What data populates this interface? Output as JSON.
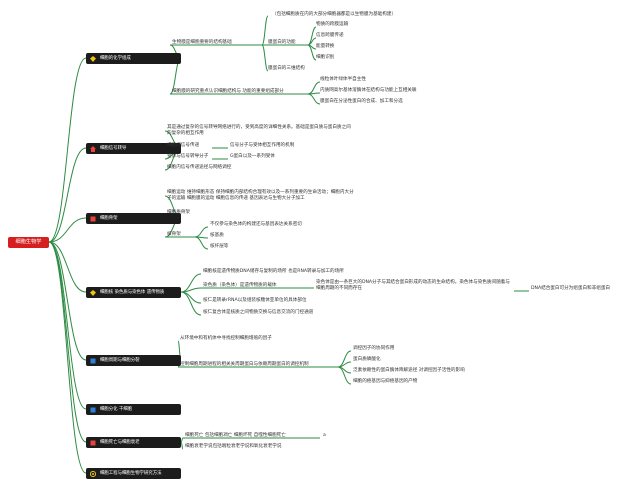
{
  "root": "细胞生物学",
  "colors": {
    "line": "#2e8b43",
    "root": "#d61f1f",
    "topic_bg": "#1c1c1c"
  },
  "topics": [
    {
      "label": "细胞的化学组成",
      "icon": "diamond-icon",
      "icon_color": "#f0c419"
    },
    {
      "label": "细胞信号转导",
      "icon": "house-icon",
      "icon_color": "#e8453c"
    },
    {
      "label": "细胞骨架",
      "icon": "square-icon",
      "icon_color": "#e8453c"
    },
    {
      "label": "细胞核 染色质与染色体 遗传物质",
      "icon": "diamond-icon",
      "icon_color": "#f0c419"
    },
    {
      "label": "细胞周期与细胞分裂",
      "icon": "square-icon",
      "icon_color": "#2f7fd6"
    },
    {
      "label": "细胞分化 干细胞",
      "icon": "square-icon",
      "icon_color": "#2f7fd6"
    },
    {
      "label": "细胞死亡与细胞衰老",
      "icon": "square-icon",
      "icon_color": "#e8453c"
    },
    {
      "label": "细胞工程与细胞生物学研究方法",
      "icon": "target-icon",
      "icon_color": "#f0c419"
    }
  ],
  "nodes": {
    "t0_a": "生物膜是细胞重要的结构基础",
    "t0_a_note": "（包括细胞质在内的大部分细胞器都是以生物膜为基础构建）",
    "t0_a_sub": "膜蛋白的功能",
    "t0_a_sub_items": [
      "物质的跨膜运输",
      "信息跨膜传递",
      "能量转换",
      "细胞识别"
    ],
    "t0_a_tail": "膜蛋白的三维结构",
    "t0_b": "细胞膜的研究重点认识细胞结构与 功能的重要组成部分",
    "t0_b_items": [
      "线粒体叶绿体半自主性",
      "内质网高尔基体溶酶体在结构与功能上互相关联",
      "膜蛋白在分泌性蛋白的合成、加工和分选"
    ],
    "t1_intro": "其是通过复杂的信号转导网络进行的，受到高度的详细性关系。基础是蛋白质与蛋白质之间的复杂的相互作用",
    "t1_rows": [
      {
        "left": "细胞间信号传递",
        "right": "信号分子与受体相互作用的机制"
      },
      {
        "left": "受体与信号转导分子",
        "right": "G蛋白以及一系列受体"
      },
      {
        "left": "细胞内信号传递途径与网络调控",
        "right": ""
      }
    ],
    "t2_intro": "细胞运动 维持细胞形态 保持细胞内部结构合理有效以及一系列重要的生命活动；细胞内大分子的运输 细胞膜的运动 细胞信息的传递 基因表达与生物大分子加工",
    "t2_a": "细胞质骨架",
    "t2_b": "核骨架",
    "t2_b_items": [
      "不仅参与染色体的构建还与基因表达关系密切",
      "核基质",
      "核纤层等"
    ],
    "t3_a": "细胞核是遗传物质DNA储存与复制的场所 也是RNA转录与加工的场所",
    "t3_b": "染色质（染色体）是遗传物质的载体",
    "t3_b_detail": "染色体是由一条巨大的DNA分子与其结合蛋白形成的动态的生命结构。染色体与染色质间随着与细胞周期的不同而存在",
    "t3_b_note": "DNA结合蛋白可分为组蛋白和非组蛋白",
    "t3_c": "核仁是转录rRNA以及组装核糖体亚单位的具体部位",
    "t3_d": "核仁复合体是核质之间物质交换与信息交流的门控通道",
    "t4_a": "从环境中和有机体中寻找控制细胞增殖的因子",
    "t4_b": "控制细胞周期进程的相关关周期蛋白与依赖周期蛋白的调控机制",
    "t4_b_items": [
      "调控因子的协同作用",
      "蛋白质磷酸化",
      "泛素依赖性的蛋白酶体降解途径 对调控因子活性的影响",
      "细胞的癌基因与抑癌基因的产物"
    ],
    "t6_a": "细胞死亡 包括细胞凋亡 细胞坏死 自噬性细胞死亡",
    "t6_b": "细胞衰老学说包括端粒衰老学说和氧化衰老学说",
    "t6_c": "a"
  }
}
